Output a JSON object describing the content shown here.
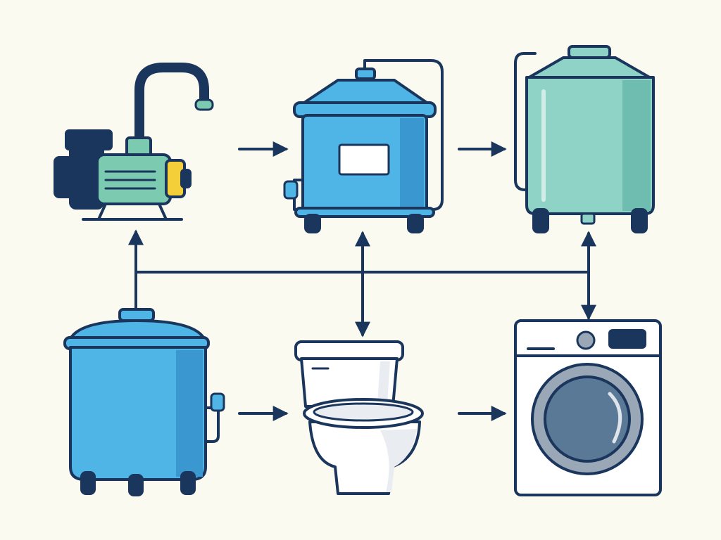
{
  "colors": {
    "background": "#fbfaf0",
    "outline": "#1b365d",
    "blue": "#4fb4e6",
    "blue_dark": "#3a97cf",
    "teal": "#8fd3c7",
    "teal_dark": "#6fbdb0",
    "pump_green": "#7ccbb0",
    "accent_yellow": "#f5cf3a",
    "white": "#ffffff",
    "gray_light": "#e9edf1",
    "drum_gray": "#9aa7b6",
    "drum_glass": "#5a7996"
  },
  "nodes": [
    {
      "id": "water-pump",
      "icon": "water-pump-icon"
    },
    {
      "id": "pressure-tank",
      "icon": "pressure-tank-icon"
    },
    {
      "id": "filter-tank",
      "icon": "filter-tank-icon"
    },
    {
      "id": "storage-tank",
      "icon": "storage-tank-icon"
    },
    {
      "id": "toilet",
      "icon": "toilet-icon"
    },
    {
      "id": "washing-machine",
      "icon": "washing-machine-icon"
    }
  ],
  "edges": [
    {
      "from": "water-pump",
      "to": "pressure-tank",
      "direction": "forward"
    },
    {
      "from": "pressure-tank",
      "to": "filter-tank",
      "direction": "forward"
    },
    {
      "from": "storage-tank",
      "to": "toilet",
      "direction": "forward"
    },
    {
      "from": "toilet",
      "to": "washing-machine",
      "direction": "forward"
    },
    {
      "from": "storage-tank",
      "to": "water-pump",
      "direction": "up"
    },
    {
      "from": "pressure-tank",
      "to": "toilet",
      "direction": "bidirectional"
    },
    {
      "from": "filter-tank",
      "to": "washing-machine",
      "direction": "bidirectional"
    }
  ]
}
